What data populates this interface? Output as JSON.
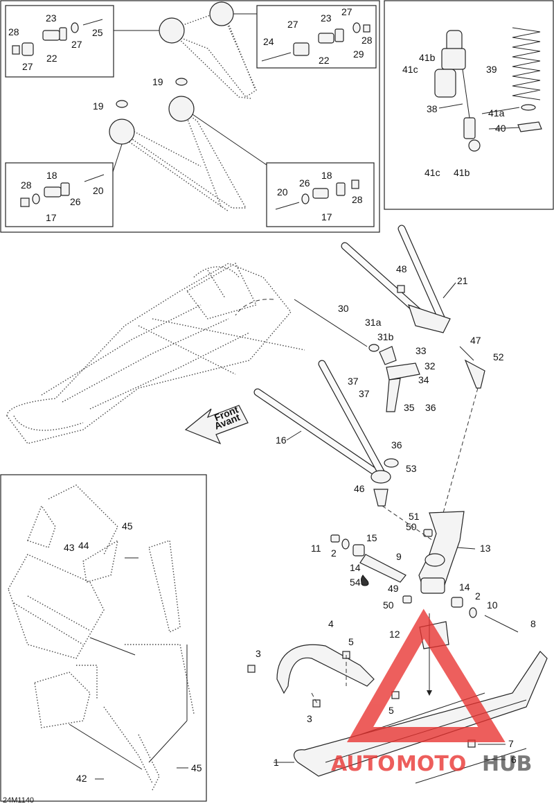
{
  "diagram_code": "24M1140",
  "direction_label": {
    "line1": "Front",
    "line2": "Avant"
  },
  "watermark": {
    "text_a": "AUTO",
    "text_b": "MOTO",
    "text_c": "HUB",
    "color": "#e8322f",
    "color_dark": "#555555"
  },
  "labels": {
    "1": "1",
    "2": "2",
    "3": "3",
    "4": "4",
    "5": "5",
    "6": "6",
    "7": "7",
    "8": "8",
    "9": "9",
    "10": "10",
    "11": "11",
    "12": "12",
    "13": "13",
    "14": "14",
    "15": "15",
    "16": "16",
    "17": "17",
    "18": "18",
    "19": "19",
    "20": "20",
    "21": "21",
    "22": "22",
    "23": "23",
    "24": "24",
    "25": "25",
    "26": "26",
    "27": "27",
    "28": "28",
    "29": "29",
    "30": "30",
    "31a": "31a",
    "31b": "31b",
    "32": "32",
    "33": "33",
    "34": "34",
    "35": "35",
    "36": "36",
    "37": "37",
    "38": "38",
    "39": "39",
    "40": "40",
    "41a": "41a",
    "41b": "41b",
    "41c": "41c",
    "42": "42",
    "43": "43",
    "44": "44",
    "45": "45",
    "46": "46",
    "47": "47",
    "48": "48",
    "49": "49",
    "50": "50",
    "51": "51",
    "52": "52",
    "53": "53",
    "54": "54"
  }
}
